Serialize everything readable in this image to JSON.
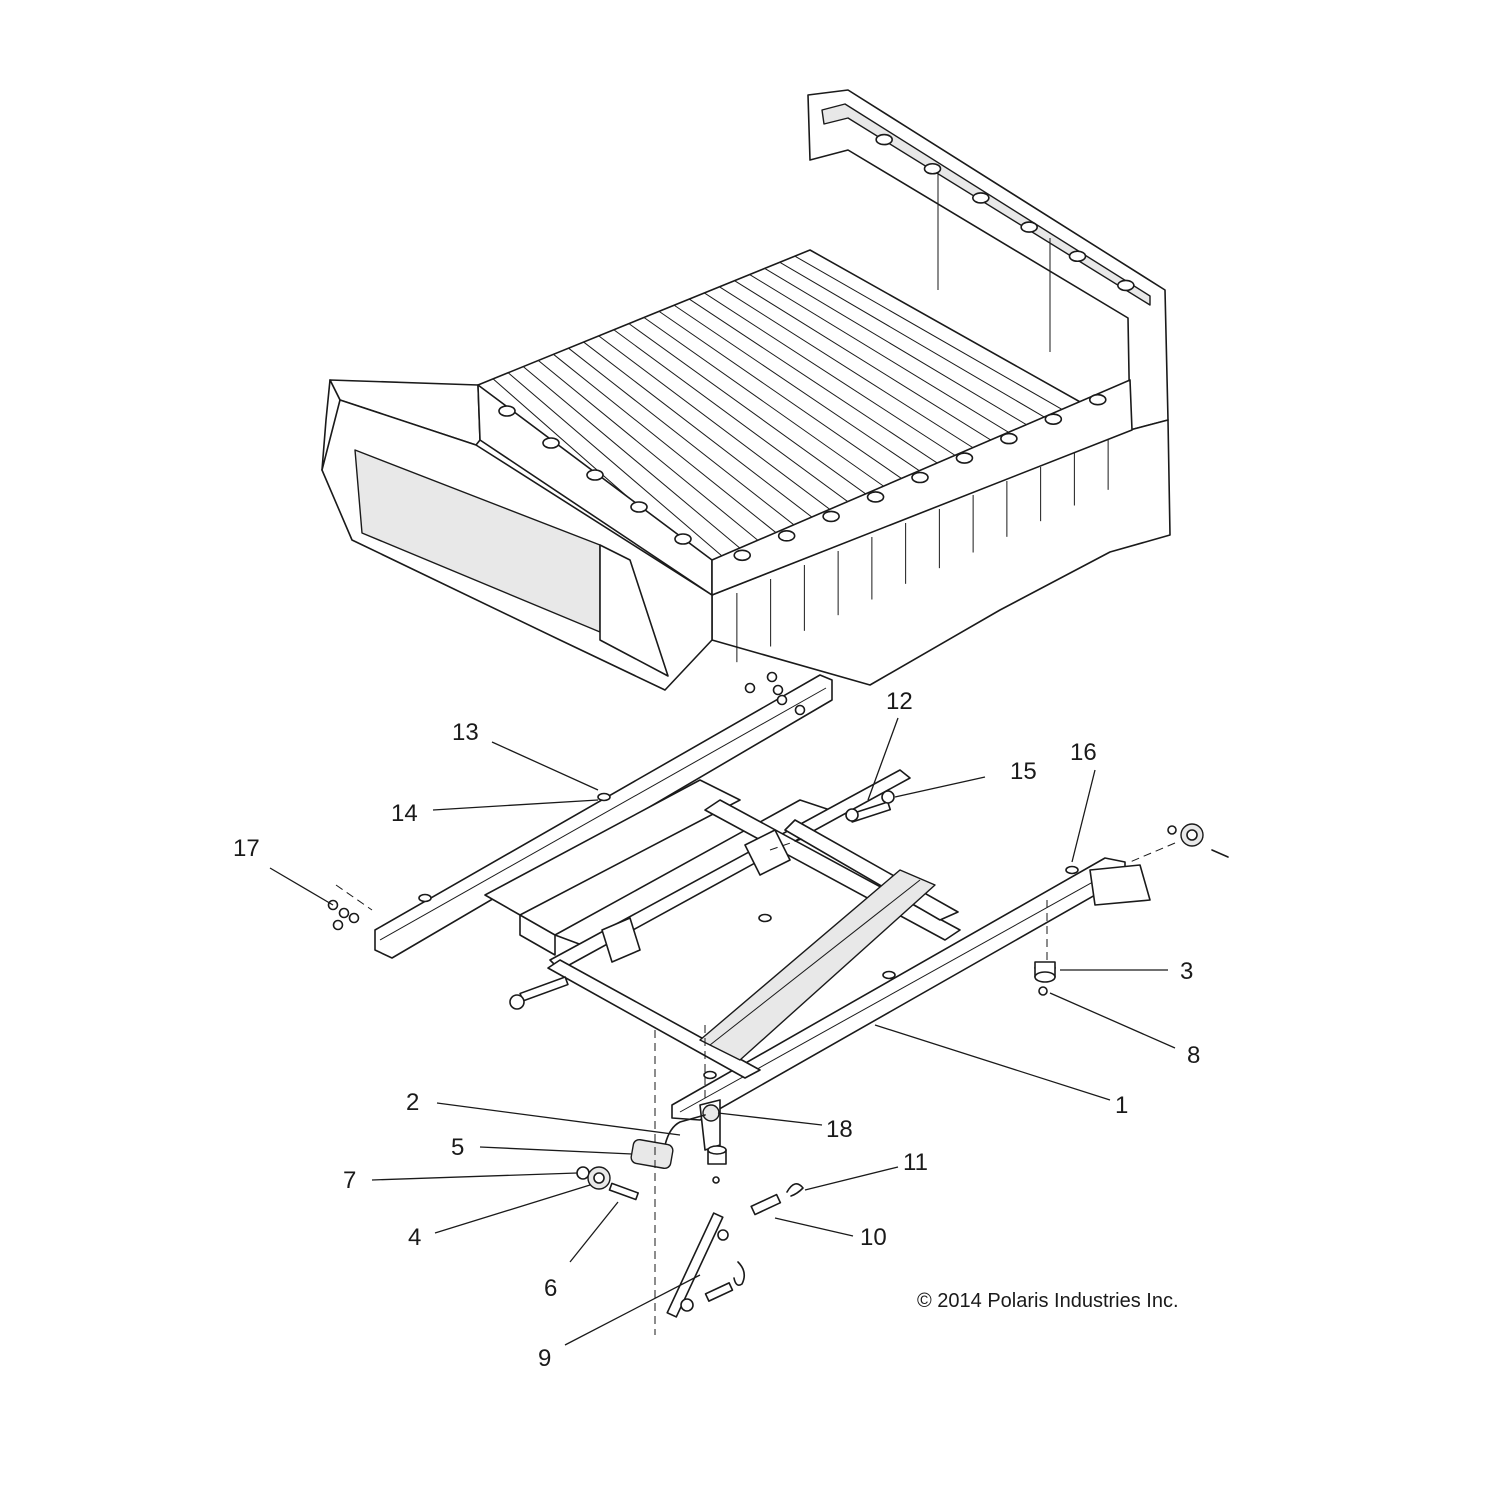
{
  "diagram": {
    "callouts": [
      {
        "id": "1",
        "label": "1"
      },
      {
        "id": "2",
        "label": "2"
      },
      {
        "id": "3",
        "label": "3"
      },
      {
        "id": "4",
        "label": "4"
      },
      {
        "id": "5",
        "label": "5"
      },
      {
        "id": "6",
        "label": "6"
      },
      {
        "id": "7",
        "label": "7"
      },
      {
        "id": "8",
        "label": "8"
      },
      {
        "id": "9",
        "label": "9"
      },
      {
        "id": "10",
        "label": "10"
      },
      {
        "id": "11",
        "label": "11"
      },
      {
        "id": "12",
        "label": "12"
      },
      {
        "id": "13",
        "label": "13"
      },
      {
        "id": "14",
        "label": "14"
      },
      {
        "id": "15",
        "label": "15"
      },
      {
        "id": "16",
        "label": "16"
      },
      {
        "id": "17",
        "label": "17"
      },
      {
        "id": "18",
        "label": "18"
      }
    ],
    "copyright": "© 2014 Polaris Industries Inc."
  }
}
